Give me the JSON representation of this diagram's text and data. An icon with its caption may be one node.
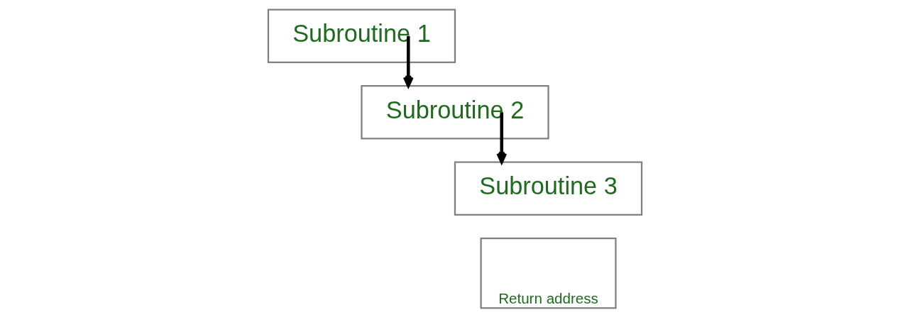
{
  "diagram": {
    "nodes": [
      {
        "text": [
          "Subroutine 1"
        ]
      },
      {
        "text": [
          "Subroutine 2"
        ]
      },
      {
        "text": [
          "Subroutine 3"
        ]
      },
      {
        "text": [
          "Return address"
        ]
      }
    ],
    "edges": [
      {
        "from": 0,
        "to": 1,
        "arrow": "to"
      },
      {
        "from": 1,
        "to": 2,
        "arrow": "to"
      }
    ]
  }
}
